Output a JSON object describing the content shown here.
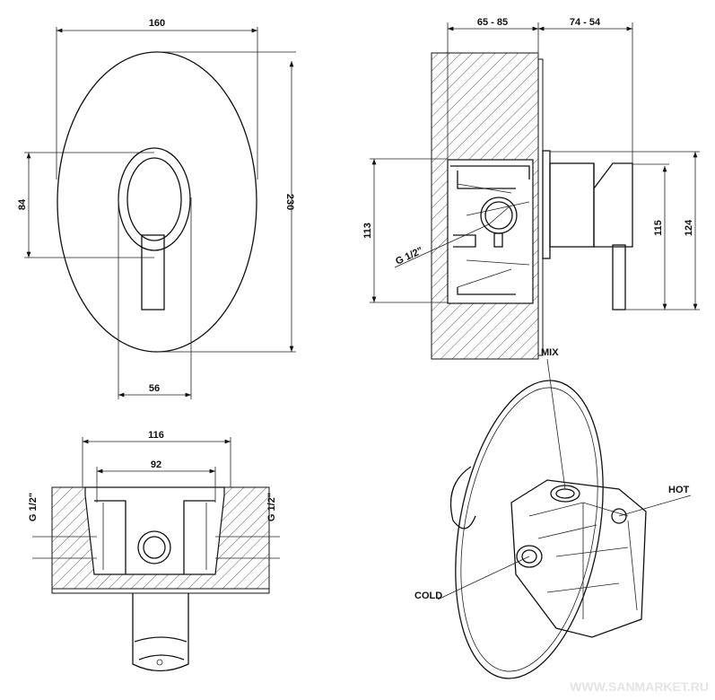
{
  "front_view": {
    "width_dim": "160",
    "height_dim": "230",
    "handle_height_dim": "84",
    "handle_width_dim": "56"
  },
  "side_view": {
    "depth_dim": "65 - 85",
    "projection_dim": "74 - 54",
    "box_height_dim": "113",
    "handle_dim": "115",
    "total_dim": "124",
    "thread_label": "G 1/2\""
  },
  "bottom_view": {
    "outer_dim": "116",
    "inner_dim": "92",
    "thread_left": "G 1/2\"",
    "thread_right": "G 1/2\""
  },
  "perspective_view": {
    "mix_label": "MIX",
    "hot_label": "HOT",
    "cold_label": "COLD"
  },
  "watermark": "WWW.SANMARKET.RU"
}
